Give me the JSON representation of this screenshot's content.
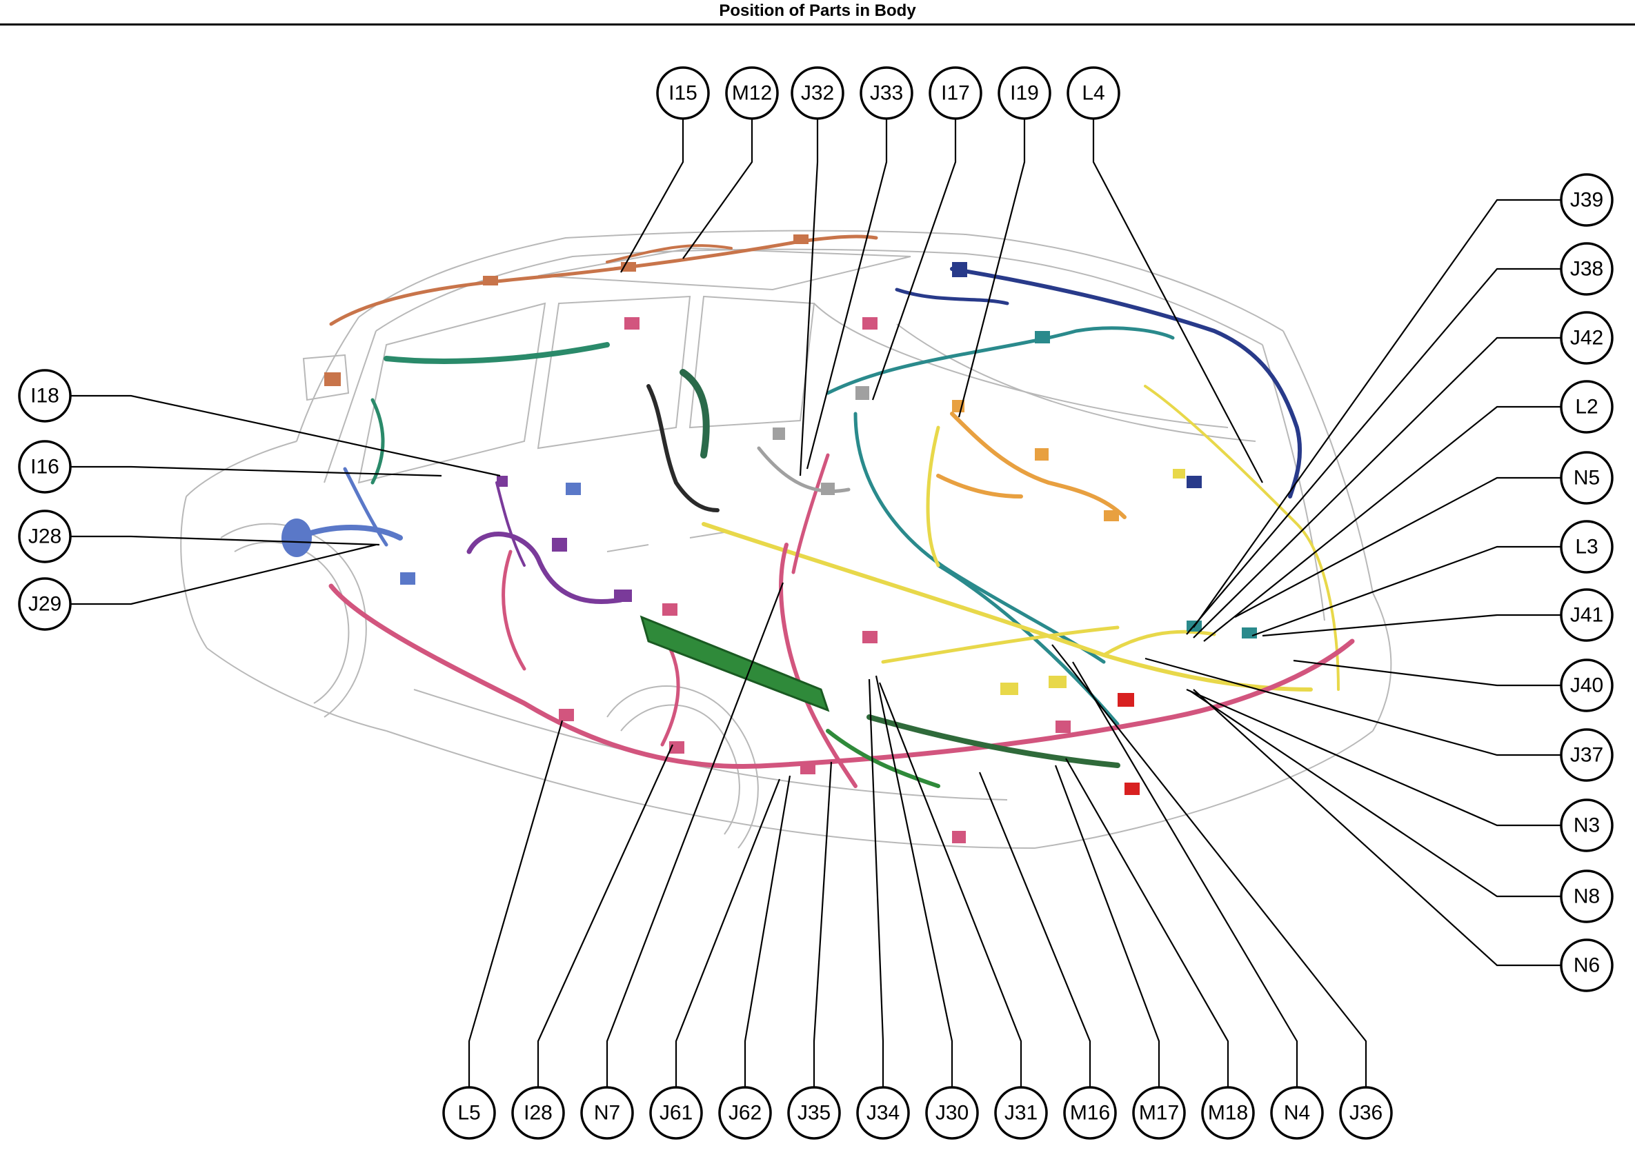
{
  "title": "Position of Parts in Body",
  "callouts": {
    "I15": "I15",
    "M12": "M12",
    "J32": "J32",
    "J33": "J33",
    "I17": "I17",
    "I19": "I19",
    "L4": "L4",
    "J39": "J39",
    "J38": "J38",
    "J42": "J42",
    "L2": "L2",
    "N5": "N5",
    "L3": "L3",
    "J41": "J41",
    "J40": "J40",
    "J37": "J37",
    "N3": "N3",
    "N8": "N8",
    "N6": "N6",
    "I18": "I18",
    "I16": "I16",
    "J28": "J28",
    "J29": "J29",
    "L5": "L5",
    "I28": "I28",
    "N7": "N7",
    "J61": "J61",
    "J62": "J62",
    "J35": "J35",
    "J34": "J34",
    "J30": "J30",
    "J31": "J31",
    "M16": "M16",
    "M17": "M17",
    "M18": "M18",
    "N4": "N4",
    "J36": "J36"
  },
  "harness_colors": {
    "roof": "#c8744a",
    "door_pink": "#d2557e",
    "teal": "#2a8a8c",
    "yellow": "#e8d84a",
    "purple": "#7a3a9a",
    "navy": "#283a8a",
    "green": "#2f8a3a",
    "orange": "#e8a040",
    "blue_front": "#5a78c8",
    "grey": "#a0a0a0",
    "red": "#d82020"
  }
}
